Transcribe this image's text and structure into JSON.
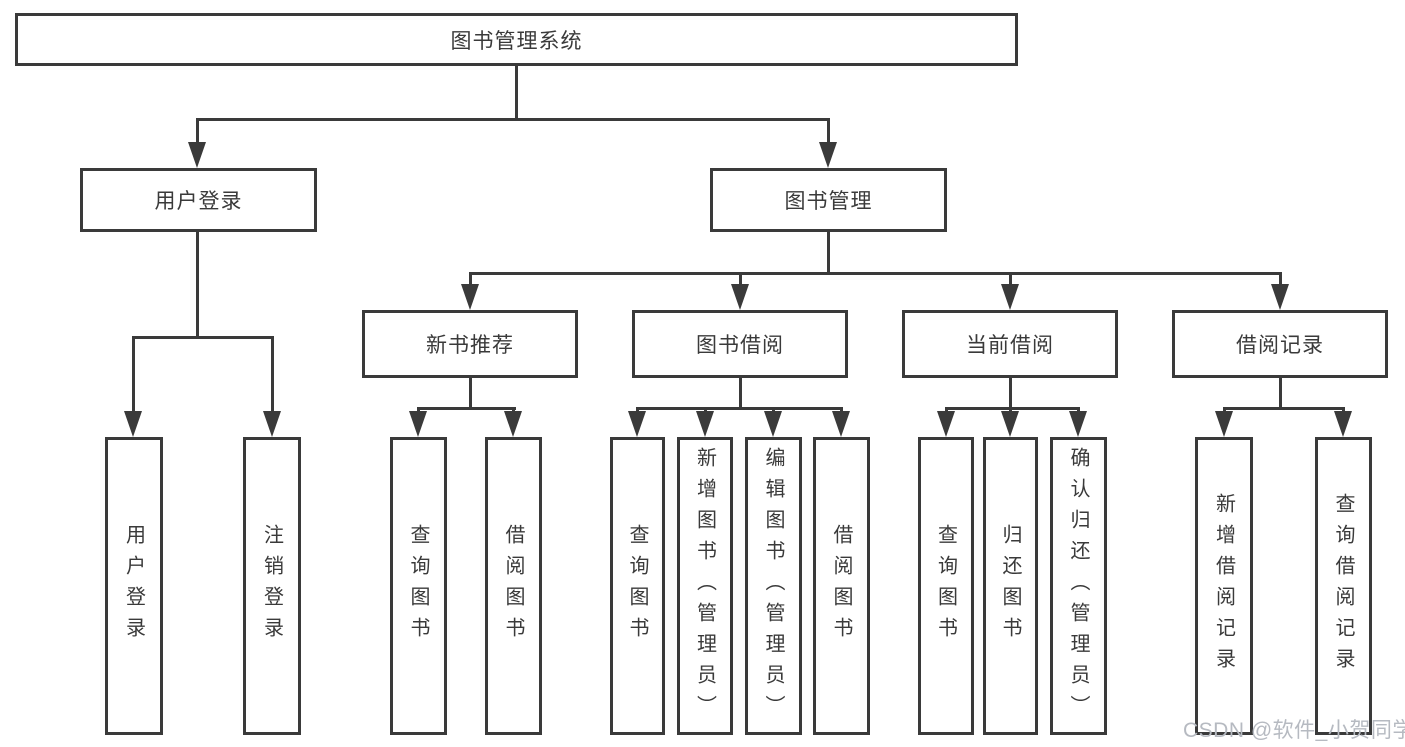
{
  "title": "图书管理系统",
  "colors": {
    "line": "#3a3a3a",
    "text": "#3a3a3a",
    "background": "#ffffff",
    "watermark": "#b6bac1"
  },
  "nodes": {
    "root": "图书管理系统",
    "branches": [
      "用户登录",
      "图书管理"
    ],
    "modules": [
      "新书推荐",
      "图书借阅",
      "当前借阅",
      "借阅记录"
    ],
    "leaves": [
      "用户登录",
      "注销登录",
      "查询图书",
      "借阅图书",
      "查询图书",
      "新增图书（管理员）",
      "编辑图书（管理员）",
      "借阅图书",
      "查询图书",
      "归还图书",
      "确认归还（管理员）",
      "新增借阅记录",
      "查询借阅记录"
    ]
  },
  "hierarchy": {
    "图书管理系统": [
      "用户登录",
      "图书管理"
    ],
    "用户登录": [
      "用户登录",
      "注销登录"
    ],
    "图书管理": [
      "新书推荐",
      "图书借阅",
      "当前借阅",
      "借阅记录"
    ],
    "新书推荐": [
      "查询图书",
      "借阅图书"
    ],
    "图书借阅": [
      "查询图书",
      "新增图书（管理员）",
      "编辑图书（管理员）",
      "借阅图书"
    ],
    "当前借阅": [
      "查询图书",
      "归还图书",
      "确认归还（管理员）"
    ],
    "借阅记录": [
      "新增借阅记录",
      "查询借阅记录"
    ]
  },
  "watermark": "CSDN @软件_小贺同学"
}
